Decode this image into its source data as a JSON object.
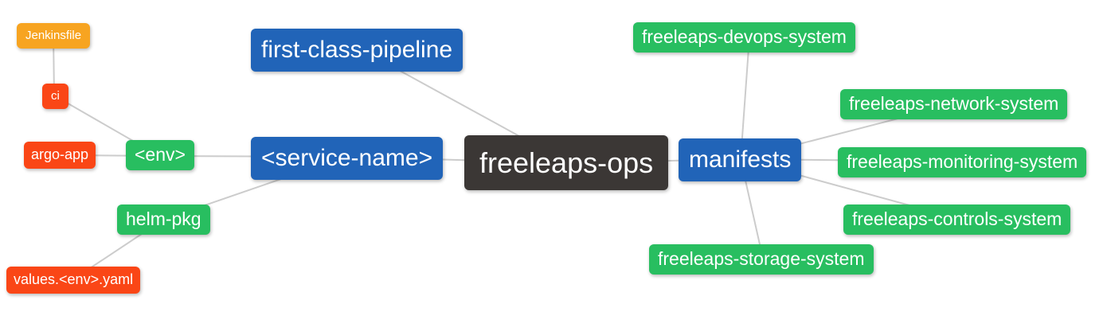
{
  "diagram": {
    "type": "mindmap",
    "background": "#ffffff",
    "edge_color": "#cccccc",
    "palette": {
      "root_dark": "#3B3735",
      "branch_blue": "#2164B8",
      "leaf_green": "#28BE60",
      "leaf_red": "#FA4616",
      "leaf_orange": "#F7A421"
    },
    "nodes": {
      "root": {
        "label": "freeleaps-ops",
        "color": "#3B3735"
      },
      "first_class_pipeline": {
        "label": "first-class-pipeline",
        "color": "#2164B8"
      },
      "service_name": {
        "label": "<service-name>",
        "color": "#2164B8"
      },
      "manifests": {
        "label": "manifests",
        "color": "#2164B8"
      },
      "env": {
        "label": "<env>",
        "color": "#28BE60"
      },
      "helm_pkg": {
        "label": "helm-pkg",
        "color": "#28BE60"
      },
      "ci": {
        "label": "ci",
        "color": "#FA4616"
      },
      "argo_app": {
        "label": "argo-app",
        "color": "#FA4616"
      },
      "jenkinsfile": {
        "label": "Jenkinsfile",
        "color": "#F7A421"
      },
      "values_env_yaml": {
        "label": "values.<env>.yaml",
        "color": "#FA4616"
      },
      "devops_system": {
        "label": "freeleaps-devops-system",
        "color": "#28BE60"
      },
      "network_system": {
        "label": "freeleaps-network-system",
        "color": "#28BE60"
      },
      "monitoring_system": {
        "label": "freeleaps-monitoring-system",
        "color": "#28BE60"
      },
      "controls_system": {
        "label": "freeleaps-controls-system",
        "color": "#28BE60"
      },
      "storage_system": {
        "label": "freeleaps-storage-system",
        "color": "#28BE60"
      }
    },
    "edges": [
      [
        "jenkinsfile",
        "ci"
      ],
      [
        "ci",
        "env"
      ],
      [
        "argo_app",
        "env"
      ],
      [
        "env",
        "service_name"
      ],
      [
        "helm_pkg",
        "service_name"
      ],
      [
        "values_env_yaml",
        "helm_pkg"
      ],
      [
        "first_class_pipeline",
        "root"
      ],
      [
        "service_name",
        "root"
      ],
      [
        "root",
        "manifests"
      ],
      [
        "manifests",
        "devops_system"
      ],
      [
        "manifests",
        "network_system"
      ],
      [
        "manifests",
        "monitoring_system"
      ],
      [
        "manifests",
        "controls_system"
      ],
      [
        "manifests",
        "storage_system"
      ]
    ]
  }
}
